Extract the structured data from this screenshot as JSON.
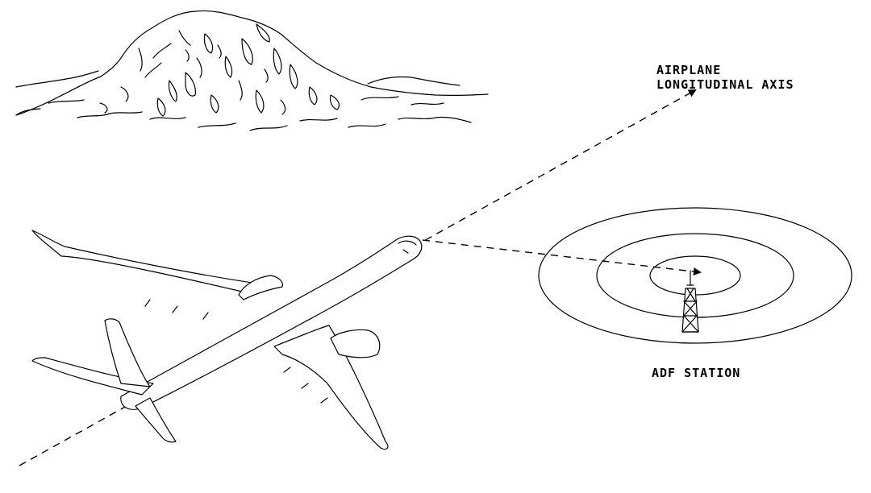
{
  "labels": {
    "axis_line1": "AIRPLANE",
    "axis_line2": "LONGITUDINAL AXIS",
    "station": "ADF STATION"
  },
  "icons": [
    "mountain-illustration",
    "airplane-illustration",
    "adf-station-tower-icon",
    "radio-signal-rings"
  ],
  "colors": {
    "ink": "#000000",
    "background": "#ffffff"
  }
}
